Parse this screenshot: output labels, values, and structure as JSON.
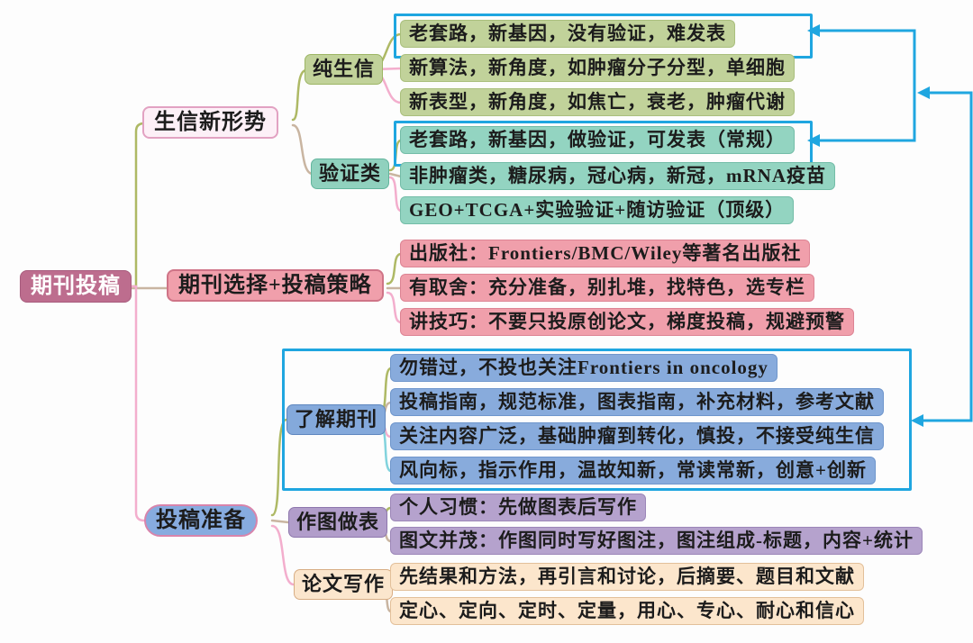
{
  "mindmap": {
    "root": {
      "label": "期刊投稿"
    },
    "branches": [
      {
        "label": "生信新形势",
        "children": [
          {
            "label": "纯生信",
            "leaves": [
              "老套路，新基因，没有验证，难发表",
              "新算法，新角度，如肿瘤分子分型，单细胞",
              "新表型，新角度，如焦亡，衰老，肿瘤代谢"
            ]
          },
          {
            "label": "验证类",
            "leaves": [
              "老套路，新基因，做验证，可发表（常规）",
              "非肿瘤类，糖尿病，冠心病，新冠，mRNA疫苗",
              "GEO+TCGA+实验验证+随访验证（顶级）"
            ]
          }
        ]
      },
      {
        "label": "期刊选择+投稿策略",
        "leaves": [
          "出版社：Frontiers/BMC/Wiley等著名出版社",
          "有取舍：充分准备，别扎堆，找特色，选专栏",
          "讲技巧：不要只投原创论文，梯度投稿，规避预警"
        ]
      },
      {
        "label": "投稿准备",
        "children": [
          {
            "label": "了解期刊",
            "leaves": [
              "勿错过，不投也关注Frontiers in oncology",
              "投稿指南，规范标准，图表指南，补充材料，参考文献",
              "关注内容广泛，基础肿瘤到转化，慎投，不接受纯生信",
              "风向标，指示作用，温故知新，常读常新，创意+创新"
            ]
          },
          {
            "label": "作图做表",
            "leaves": [
              "个人习惯：先做图表后写作",
              "图文并茂：作图同时写好图注，图注组成-标题，内容+统计"
            ]
          },
          {
            "label": "论文写作",
            "leaves": [
              "先结果和方法，再引言和讨论，后摘要、题目和文献",
              "定心、定向、定时、定量，用心、专心、耐心和信心"
            ]
          }
        ]
      }
    ],
    "highlights": {
      "boxed_items": [
        "老套路，新基因，没有验证，难发表",
        "老套路，新基因，做验证，可发表（常规）",
        "了解期刊"
      ],
      "arrow_links": [
        "验证类老套路 ↔ 纯生信老套路",
        "了解期刊组 ↔ 上方对比连线"
      ]
    },
    "colors": {
      "highlight_arrow": "#1fa6e0",
      "root_fill": "#bd6d8e",
      "branch_new_situation_fill": "#fdf0f7",
      "branch_journal_strategy_fill": "#f09fab",
      "branch_preparation_fill": "#87abdf",
      "leaf_green": "#c1d29a",
      "leaf_teal": "#93d4c1",
      "leaf_pink": "#f09fab",
      "leaf_blue": "#88abdc",
      "leaf_purple": "#b5a2cd",
      "leaf_peach": "#fce6cc",
      "line_olive": "#aeb965",
      "line_tan": "#c9b5a1",
      "line_pink": "#f3aecd",
      "line_cyan": "#82d3dd"
    }
  }
}
